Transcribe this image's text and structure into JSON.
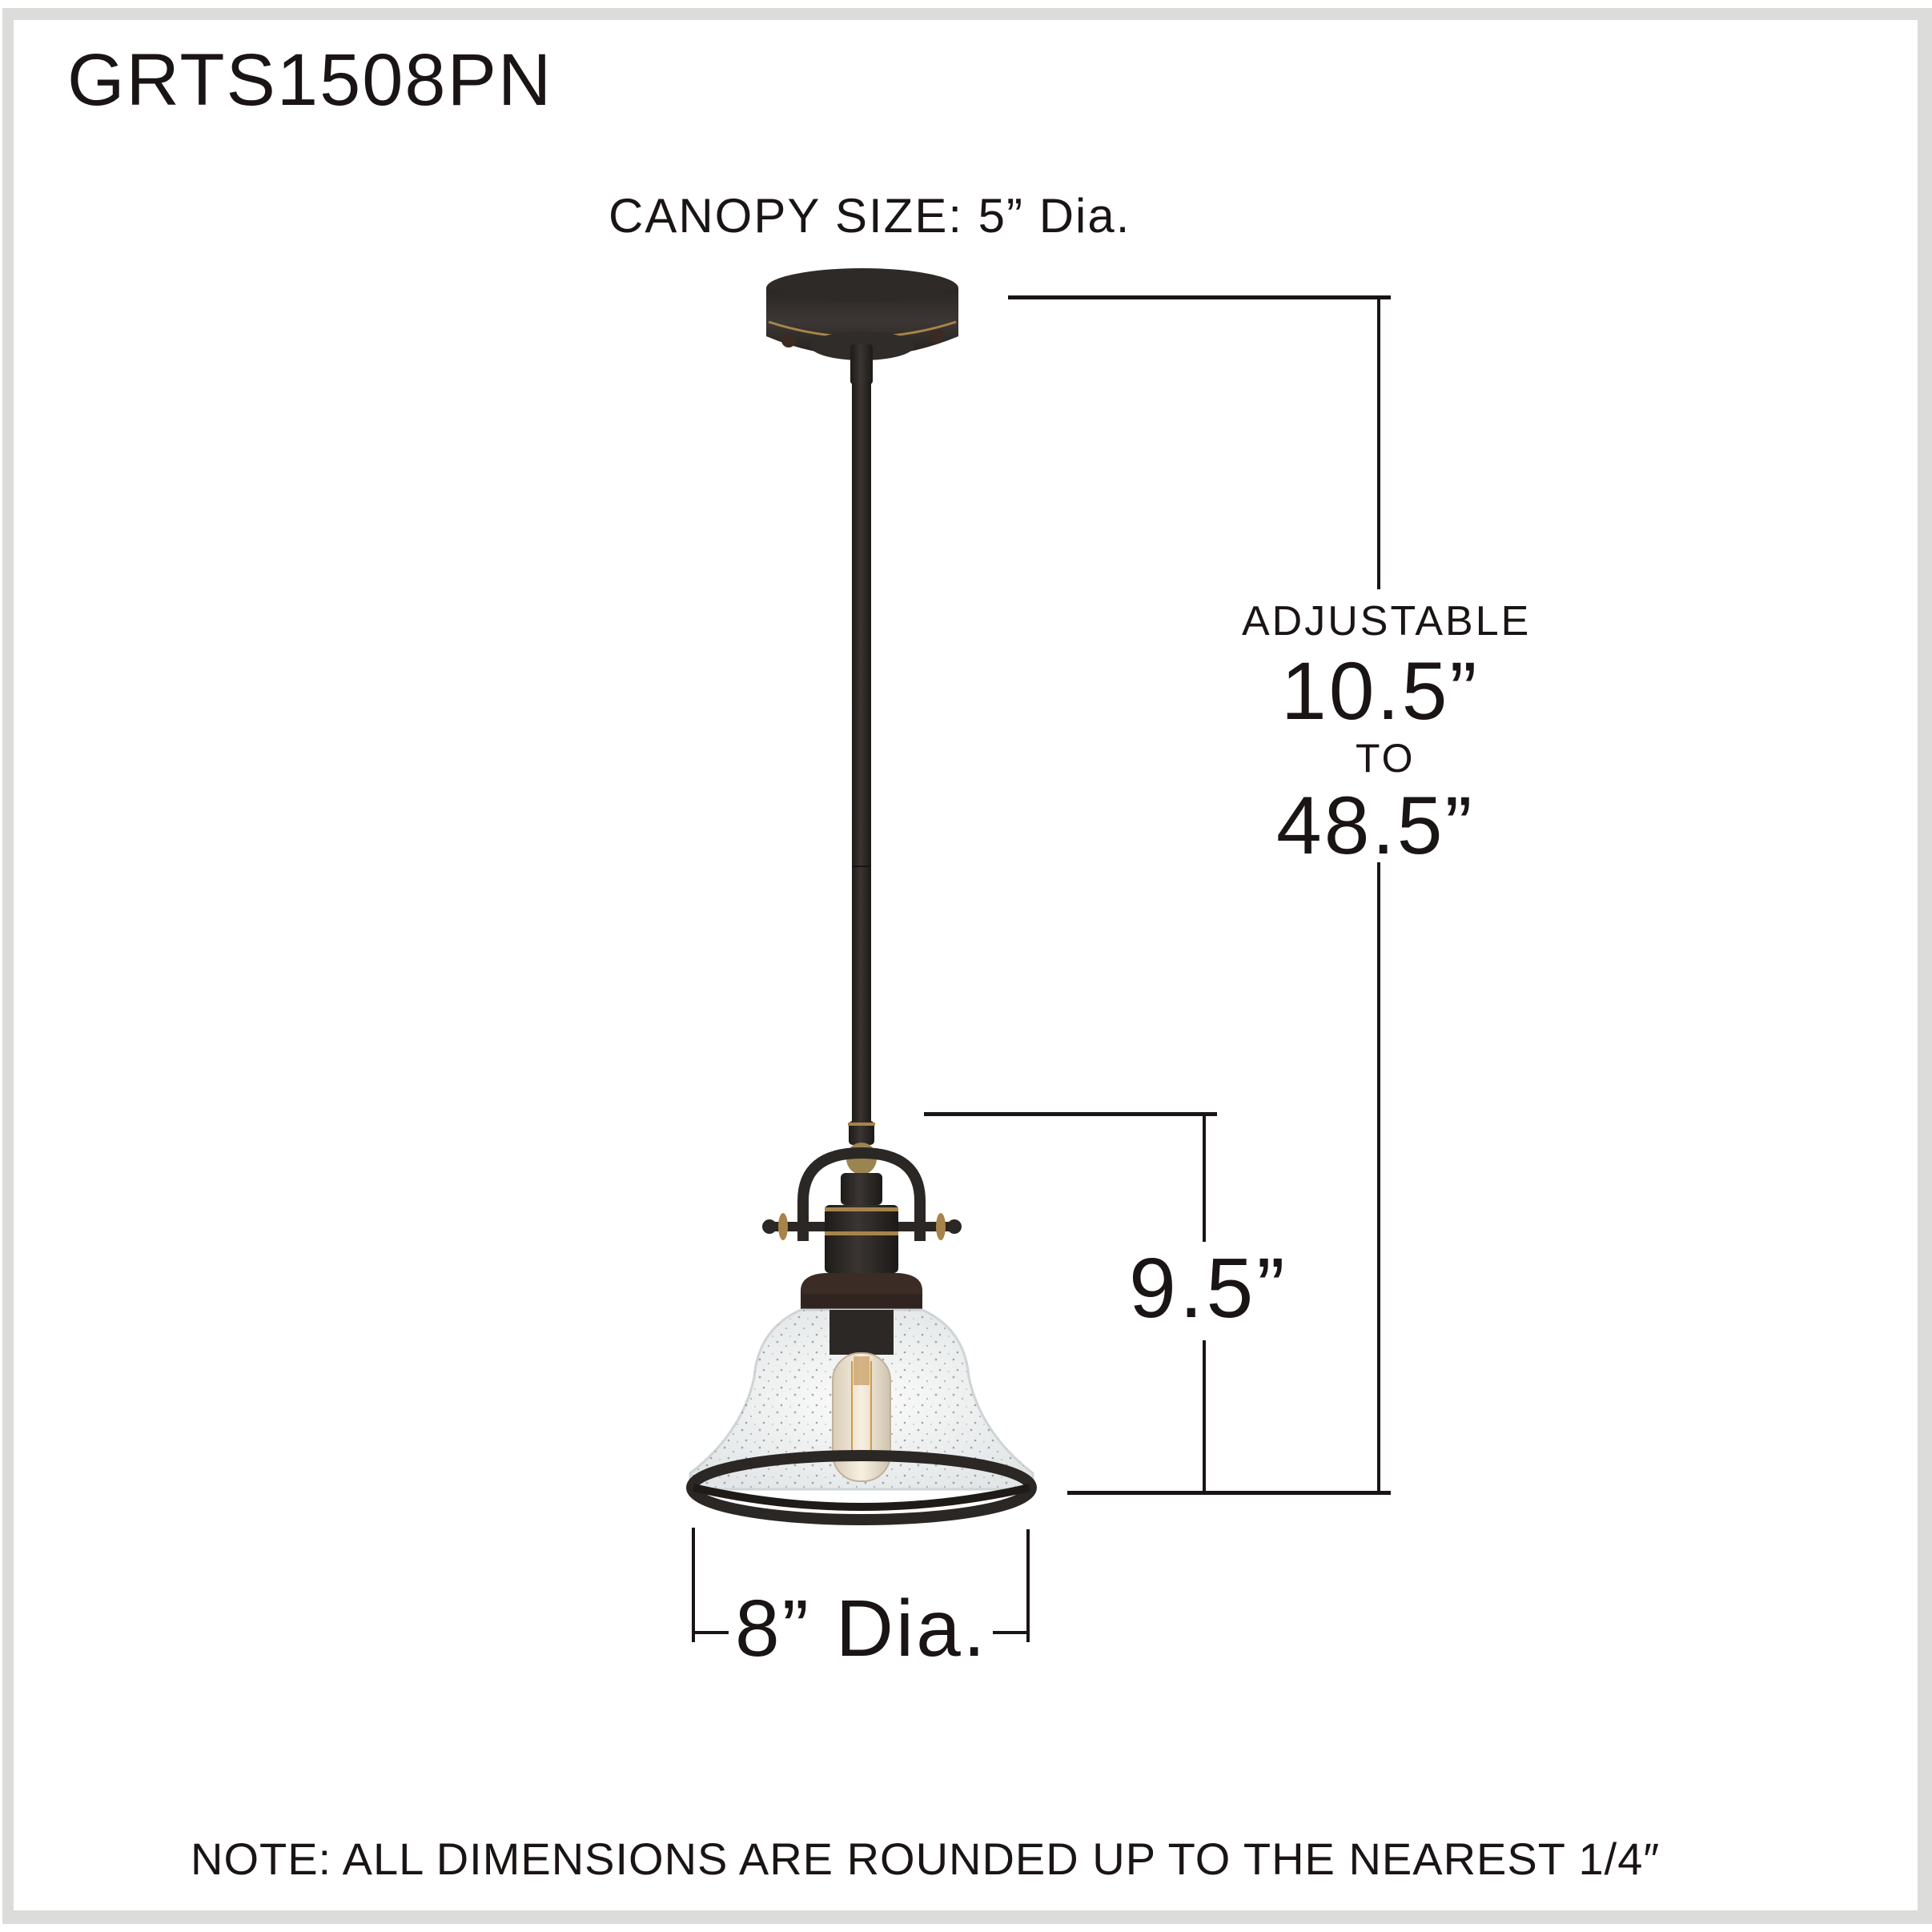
{
  "title": "GRTS1508PN",
  "canopy_label": "CANOPY SIZE: 5” Dia.",
  "overall_height": {
    "label": "ADJUSTABLE",
    "min": "10.5”",
    "to": "TO",
    "max": "48.5”"
  },
  "fixture_height": "9.5”",
  "fixture_diameter": "8” Dia.",
  "note": "NOTE:  ALL DIMENSIONS ARE ROUNDED UP TO THE NEAREST  1/4″",
  "colors": {
    "line": "#1a1514",
    "bronze": "#2b2724",
    "brass_accent": "#a8844a",
    "frame": "#dcdcda",
    "glass": "#eef1f2"
  },
  "illustration": {
    "subject": "pendant-light",
    "parts": [
      "canopy",
      "downrod",
      "brass-knuckle",
      "yoke-arm",
      "socket-cap",
      "seeded-glass-shade",
      "edison-bulb",
      "bottom-ring"
    ]
  }
}
